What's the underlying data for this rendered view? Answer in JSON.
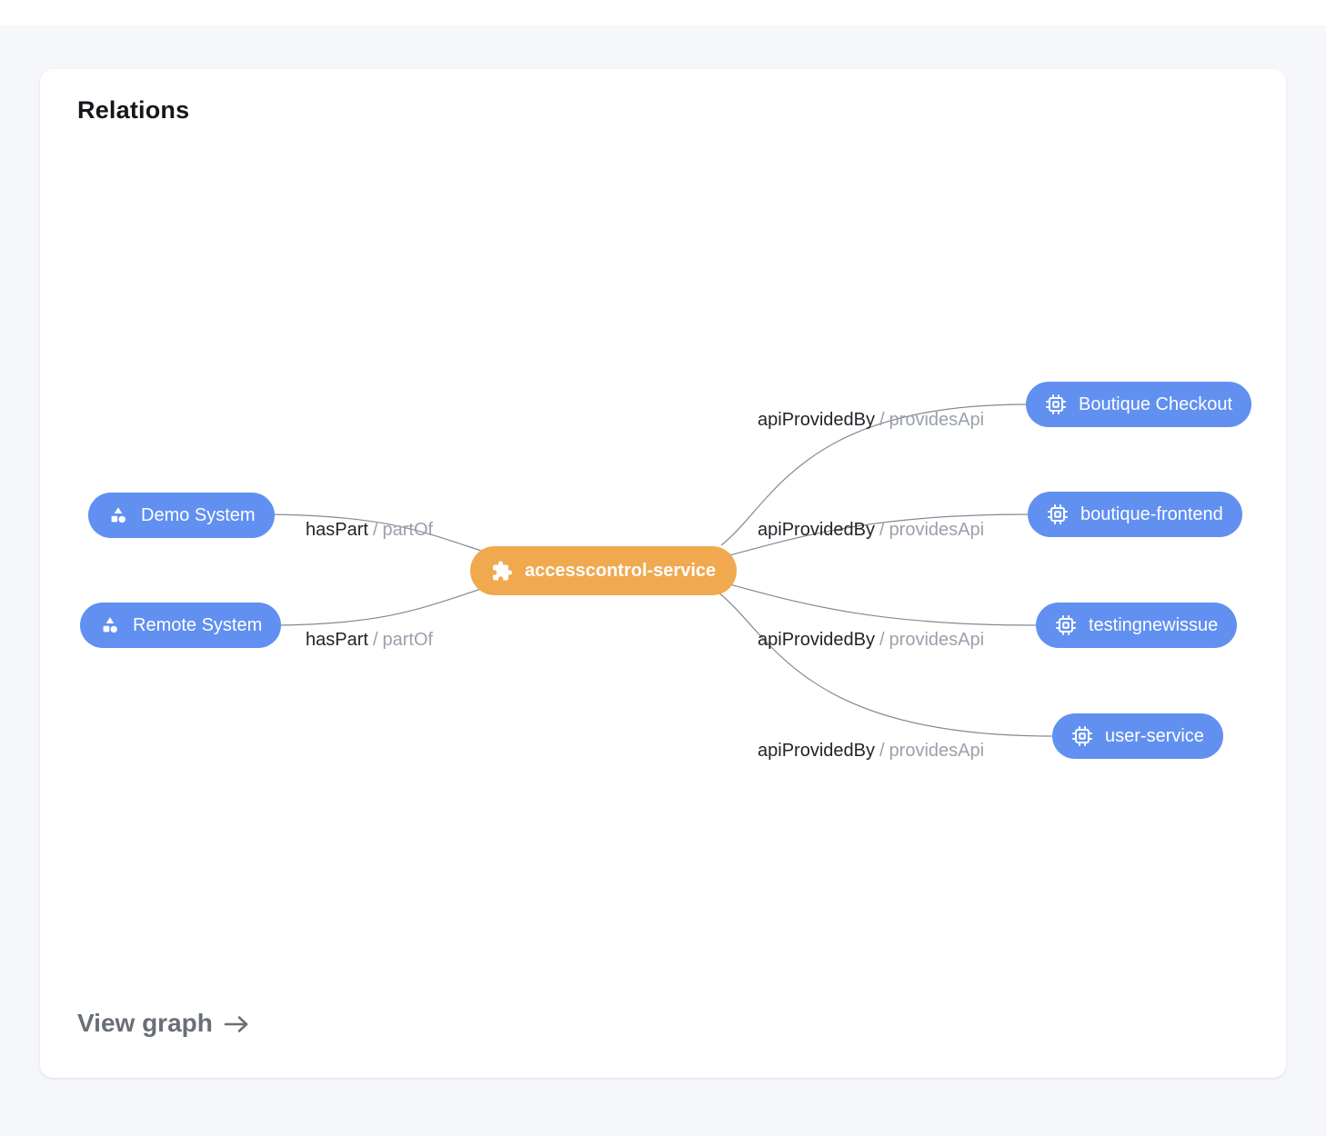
{
  "page": {
    "card_title": "Relations",
    "view_graph_label": "View graph"
  },
  "colors": {
    "page_background": "#f6f7fa",
    "card_background": "#ffffff",
    "node_blue": "#6190f1",
    "node_orange": "#f0a94e",
    "edge_line": "#84888f",
    "edge_label_primary": "#21242a",
    "edge_label_secondary": "#9aa1ab",
    "view_graph_gray": "#696f76"
  },
  "graph": {
    "center_node": {
      "label": "accesscontrol-service",
      "icon": "puzzle-piece-icon"
    },
    "left_nodes": [
      {
        "label": "Demo System",
        "icon": "system-shapes-icon"
      },
      {
        "label": "Remote System",
        "icon": "system-shapes-icon"
      }
    ],
    "right_nodes": [
      {
        "label": "Boutique Checkout",
        "icon": "api-chip-icon"
      },
      {
        "label": "boutique-frontend",
        "icon": "api-chip-icon"
      },
      {
        "label": "testingnewissue",
        "icon": "api-chip-icon"
      },
      {
        "label": "user-service",
        "icon": "api-chip-icon"
      }
    ],
    "edge_labels": [
      {
        "primary": "hasPart",
        "separator": "/",
        "secondary": "partOf"
      },
      {
        "primary": "hasPart",
        "separator": "/",
        "secondary": "partOf"
      },
      {
        "primary": "apiProvidedBy",
        "separator": "/",
        "secondary": "providesApi"
      },
      {
        "primary": "apiProvidedBy",
        "separator": "/",
        "secondary": "providesApi"
      },
      {
        "primary": "apiProvidedBy",
        "separator": "/",
        "secondary": "providesApi"
      },
      {
        "primary": "apiProvidedBy",
        "separator": "/",
        "secondary": "providesApi"
      }
    ]
  }
}
